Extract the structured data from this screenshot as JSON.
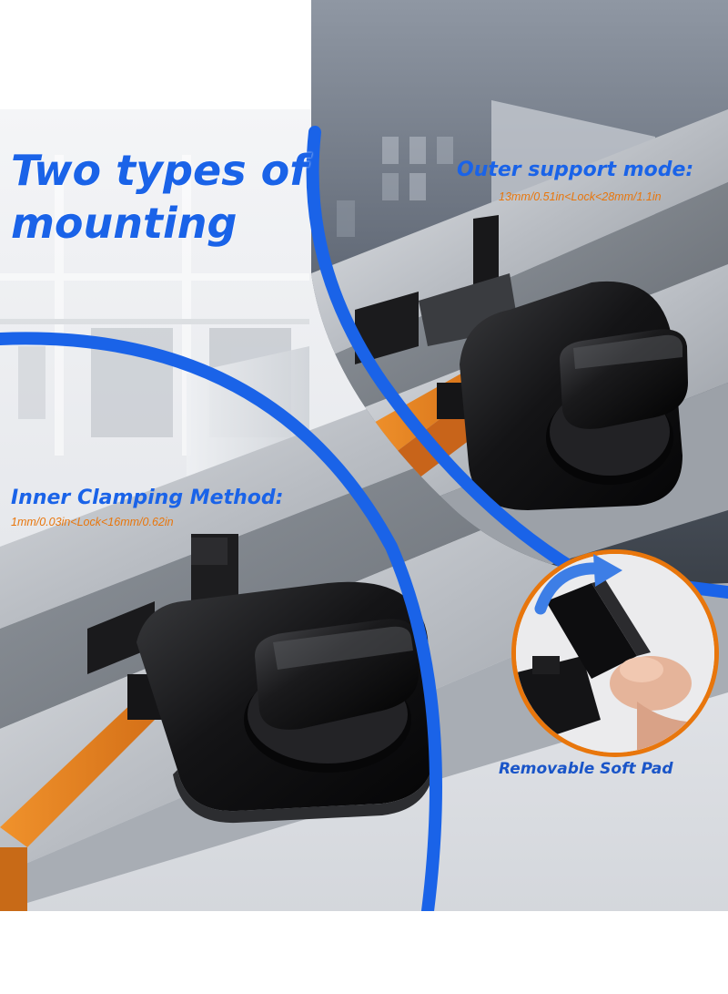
{
  "headline": {
    "line1": "Two types of",
    "line2": "mounting"
  },
  "outer_support": {
    "title": "Outer support mode:",
    "range": "13mm/0.51in<Lock<28mm/1.1in"
  },
  "inner_clamping": {
    "title": "Inner Clamping Method:",
    "range": "1mm/0.03in<Lock<16mm/0.62in"
  },
  "soft_pad": {
    "caption": "Removable Soft Pad"
  },
  "colors": {
    "accent_blue": "#1a63e8",
    "range_orange": "#e8760c",
    "track_orange": "#e07a1a",
    "lock_black": "#111111",
    "frame_silver": "#c4c7cc"
  },
  "icons": [
    "curved-arrow-icon"
  ]
}
